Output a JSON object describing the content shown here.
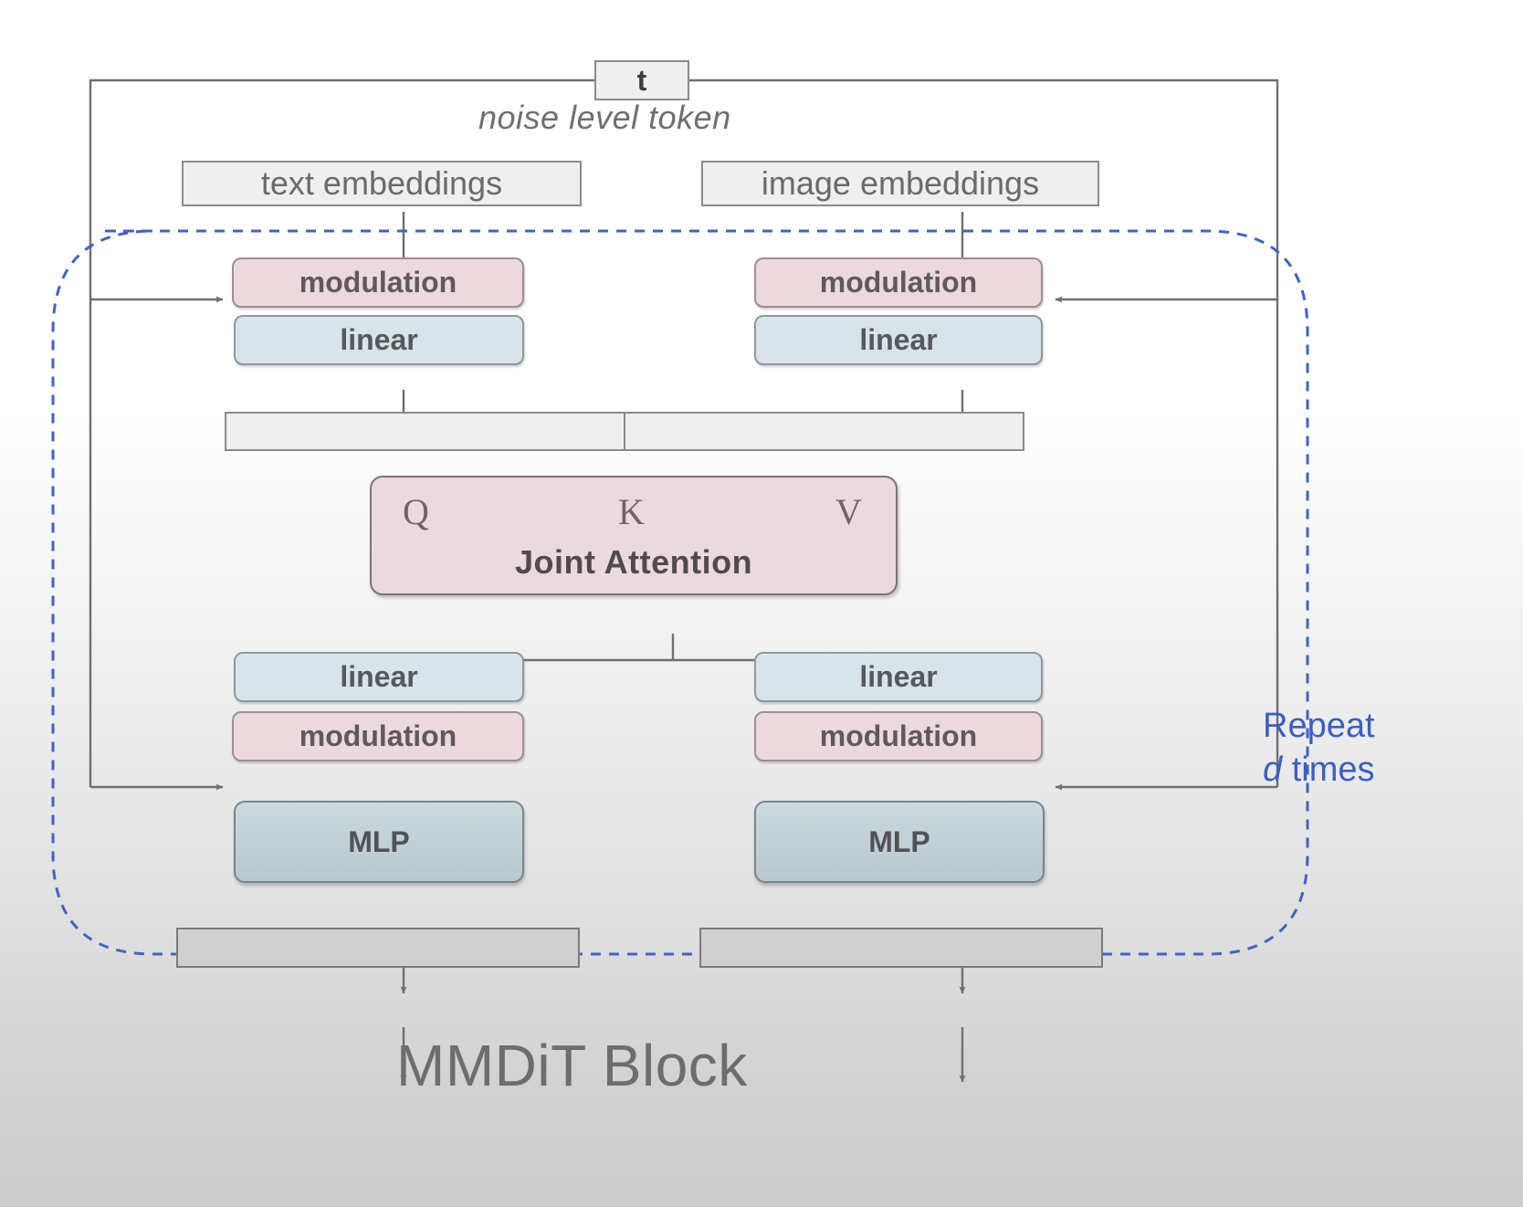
{
  "diagram": {
    "title": "MMDiT Block",
    "colors": {
      "modulation_fill": "#ecd9de",
      "linear_fill": "#d8e4e9",
      "mlp_fill": "#c4d2d8",
      "attention_fill": "#ead9de",
      "plain_fill": "#efefef",
      "output_bar_fill": "#d0d0d0",
      "repeat_blue": "#3a5fc4",
      "stroke_gray": "#6f6f6f"
    },
    "nodes": {
      "timestep": "t",
      "noise_level_caption": "noise level token",
      "text_embeddings": "text embeddings",
      "image_embeddings": "image embeddings",
      "modulation_top_left": "modulation",
      "modulation_top_right": "modulation",
      "linear_top_left": "linear",
      "linear_top_right": "linear",
      "attention_title": "Joint Attention",
      "attention_q": "Q",
      "attention_k": "K",
      "attention_v": "V",
      "linear_bottom_left": "linear",
      "linear_bottom_right": "linear",
      "modulation_bottom_left": "modulation",
      "modulation_bottom_right": "modulation",
      "mlp_left": "MLP",
      "mlp_right": "MLP"
    },
    "annotation": {
      "repeat_line1": "Repeat",
      "repeat_d": "d",
      "repeat_line2_rest": " times"
    }
  }
}
